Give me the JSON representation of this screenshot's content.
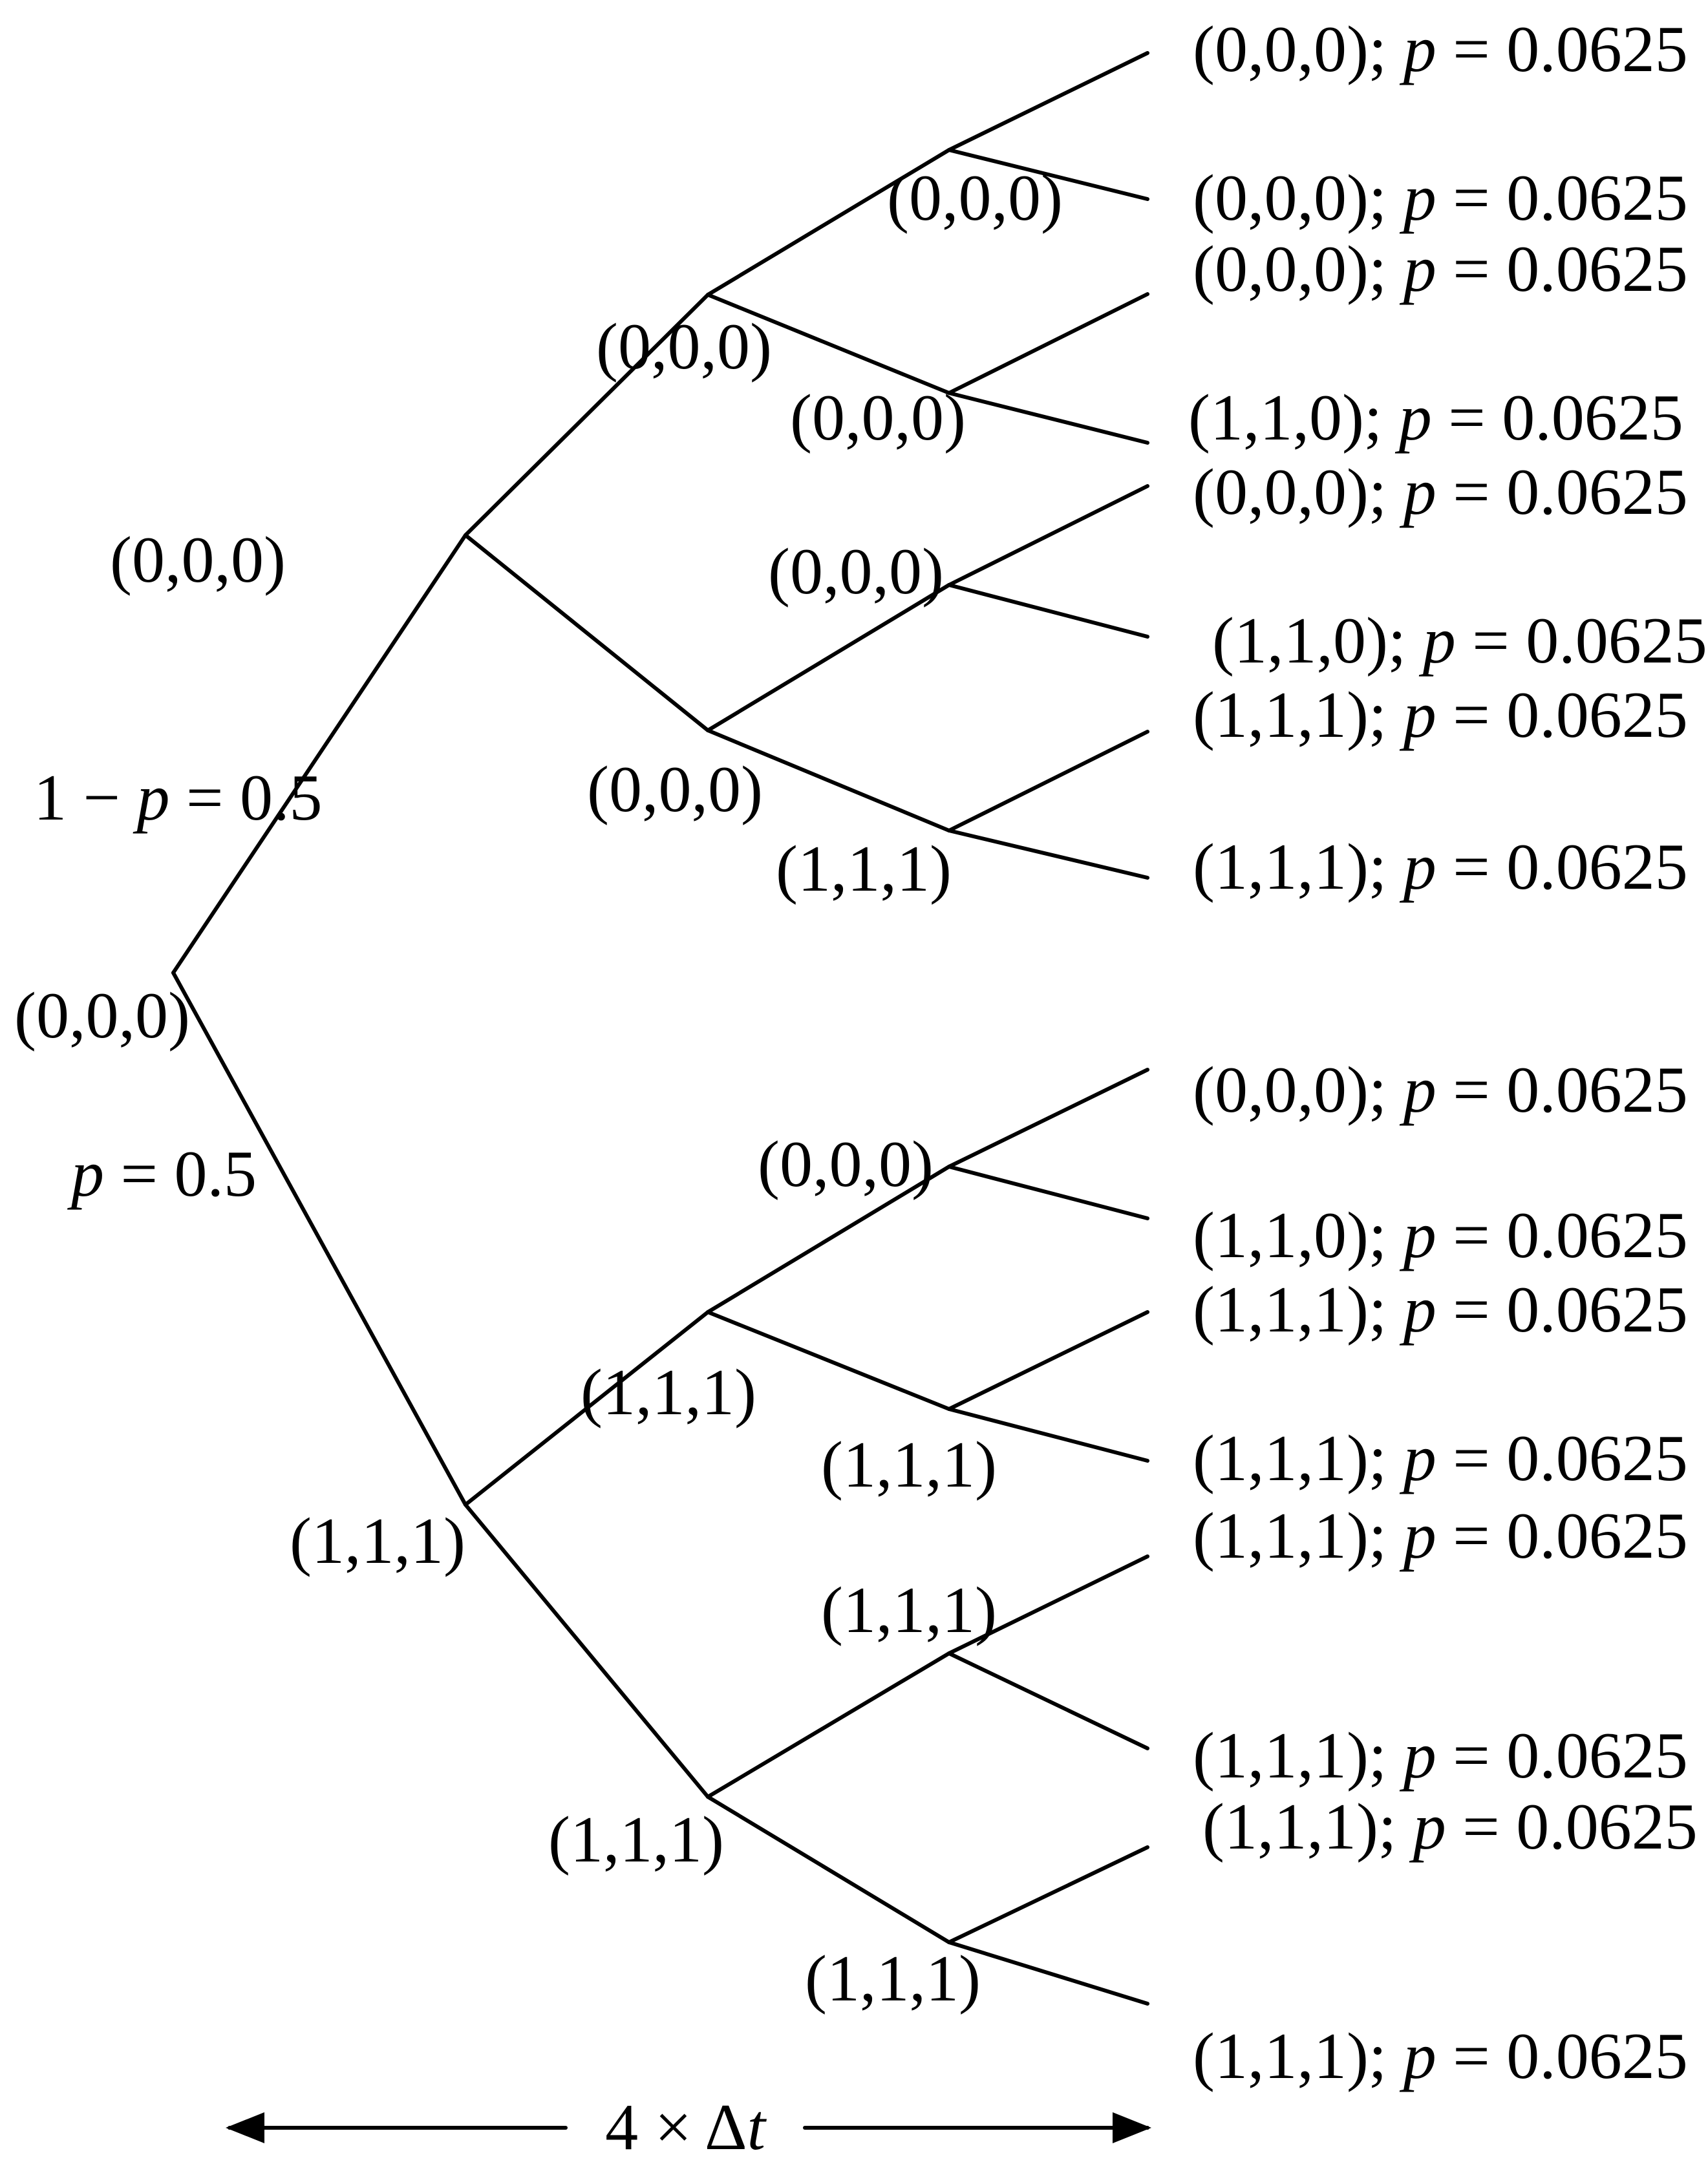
{
  "tree": {
    "nodes": [
      {
        "id": "n0",
        "state": "(0,0,0)"
      },
      {
        "id": "n1",
        "state": "(0,0,0)"
      },
      {
        "id": "n2",
        "state": "(1,1,1)"
      },
      {
        "id": "n3",
        "state": "(0,0,0)"
      },
      {
        "id": "n4",
        "state": "(0,0,0)"
      },
      {
        "id": "n5",
        "state": "(1,1,1)"
      },
      {
        "id": "n6",
        "state": "(1,1,1)"
      },
      {
        "id": "n7",
        "state": "(0,0,0)"
      },
      {
        "id": "n8",
        "state": "(0,0,0)"
      },
      {
        "id": "n9",
        "state": "(0,0,0)"
      },
      {
        "id": "n10",
        "state": "(1,1,1)"
      },
      {
        "id": "n11",
        "state": "(0,0,0)"
      },
      {
        "id": "n12",
        "state": "(1,1,1)"
      },
      {
        "id": "n13",
        "state": "(1,1,1)"
      },
      {
        "id": "n14",
        "state": "(1,1,1)"
      }
    ],
    "edges": [
      [
        "n0",
        "n1"
      ],
      [
        "n0",
        "n2"
      ],
      [
        "n1",
        "n3"
      ],
      [
        "n1",
        "n4"
      ],
      [
        "n2",
        "n5"
      ],
      [
        "n2",
        "n6"
      ],
      [
        "n3",
        "n7"
      ],
      [
        "n3",
        "n8"
      ],
      [
        "n4",
        "n9"
      ],
      [
        "n4",
        "n10"
      ],
      [
        "n5",
        "n11"
      ],
      [
        "n5",
        "n12"
      ],
      [
        "n6",
        "n13"
      ],
      [
        "n6",
        "n14"
      ],
      [
        "n7",
        "l0"
      ],
      [
        "n7",
        "l1"
      ],
      [
        "n8",
        "l2"
      ],
      [
        "n8",
        "l3"
      ],
      [
        "n9",
        "l4"
      ],
      [
        "n9",
        "l5"
      ],
      [
        "n10",
        "l6"
      ],
      [
        "n10",
        "l7"
      ],
      [
        "n11",
        "l8"
      ],
      [
        "n11",
        "l9"
      ],
      [
        "n12",
        "l10"
      ],
      [
        "n12",
        "l11"
      ],
      [
        "n13",
        "l12"
      ],
      [
        "n13",
        "l13"
      ],
      [
        "n14",
        "l14"
      ],
      [
        "n14",
        "l15"
      ]
    ],
    "leaves": [
      {
        "id": "l0",
        "state": "(0,0,0)",
        "p": "0.0625"
      },
      {
        "id": "l1",
        "state": "(0,0,0)",
        "p": "0.0625"
      },
      {
        "id": "l2",
        "state": "(0,0,0)",
        "p": "0.0625"
      },
      {
        "id": "l3",
        "state": "(1,1,0)",
        "p": "0.0625"
      },
      {
        "id": "l4",
        "state": "(0,0,0)",
        "p": "0.0625"
      },
      {
        "id": "l5",
        "state": "(1,1,0)",
        "p": "0.0625"
      },
      {
        "id": "l6",
        "state": "(1,1,1)",
        "p": "0.0625"
      },
      {
        "id": "l7",
        "state": "(1,1,1)",
        "p": "0.0625"
      },
      {
        "id": "l8",
        "state": "(0,0,0)",
        "p": "0.0625"
      },
      {
        "id": "l9",
        "state": "(1,1,0)",
        "p": "0.0625"
      },
      {
        "id": "l10",
        "state": "(1,1,1)",
        "p": "0.0625"
      },
      {
        "id": "l11",
        "state": "(1,1,1)",
        "p": "0.0625"
      },
      {
        "id": "l12",
        "state": "(1,1,1)",
        "p": "0.0625"
      },
      {
        "id": "l13",
        "state": "(1,1,1)",
        "p": "0.0625"
      },
      {
        "id": "l14",
        "state": "(1,1,1)",
        "p": "0.0625"
      },
      {
        "id": "l15",
        "state": "(1,1,1)",
        "p": "0.0625"
      }
    ],
    "leaf_prob_symbol": "p",
    "leaf_separator": "; ",
    "leaf_equals": " = ",
    "branch_labels": {
      "upper_state": "(0,0,0)",
      "upper_prefix": "1 − ",
      "upper_symbol": "p",
      "upper_value": " = 0.5",
      "lower_symbol": "p",
      "lower_value": " = 0.5"
    },
    "time_axis": {
      "prefix": "4 × Δ",
      "symbol": "t"
    }
  }
}
